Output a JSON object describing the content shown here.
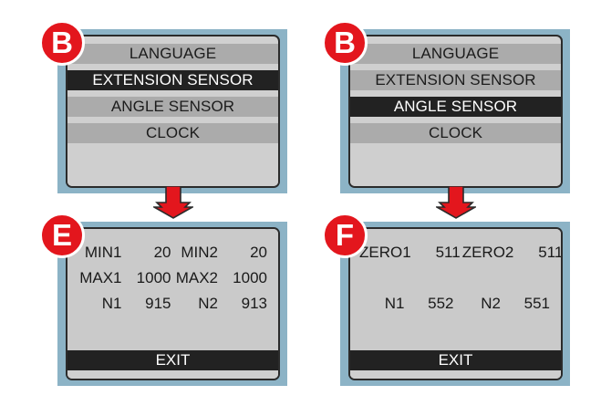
{
  "theme": {
    "accent_red": "#e3161d",
    "bezel_blue": "#8cb3c6",
    "lcd_background": "#cacaca",
    "row_gray": "#ababab",
    "row_selected": "#222222",
    "text_dark": "#1a1a1a",
    "text_light": "#ffffff"
  },
  "panels": {
    "b_left": {
      "badge": "B",
      "menu_items": [
        {
          "label": "LANGUAGE",
          "selected": false
        },
        {
          "label": "EXTENSION SENSOR",
          "selected": true
        },
        {
          "label": "ANGLE SENSOR",
          "selected": false
        },
        {
          "label": "CLOCK",
          "selected": false
        }
      ]
    },
    "b_right": {
      "badge": "B",
      "menu_items": [
        {
          "label": "LANGUAGE",
          "selected": false
        },
        {
          "label": "EXTENSION SENSOR",
          "selected": false
        },
        {
          "label": "ANGLE SENSOR",
          "selected": true
        },
        {
          "label": "CLOCK",
          "selected": false
        }
      ]
    },
    "e_panel": {
      "badge": "E",
      "rows": [
        [
          {
            "label": "MIN1",
            "value": "20"
          },
          {
            "label": "MIN2",
            "value": "20"
          }
        ],
        [
          {
            "label": "MAX1",
            "value": "1000"
          },
          {
            "label": "MAX2",
            "value": "1000"
          }
        ],
        [
          {
            "label": "N1",
            "value": "915"
          },
          {
            "label": "N2",
            "value": "913"
          }
        ]
      ],
      "exit_label": "EXIT"
    },
    "f_panel": {
      "badge": "F",
      "rows": [
        [
          {
            "label": "ZERO1",
            "value": "511"
          },
          {
            "label": "ZERO2",
            "value": "511"
          }
        ],
        [
          {
            "label": "",
            "value": ""
          },
          {
            "label": "",
            "value": ""
          }
        ],
        [
          {
            "label": "N1",
            "value": "552"
          },
          {
            "label": "N2",
            "value": "551"
          }
        ]
      ],
      "exit_label": "EXIT"
    }
  },
  "arrows": [
    {
      "name": "arrow-left",
      "direction": "down"
    },
    {
      "name": "arrow-right",
      "direction": "down"
    }
  ]
}
